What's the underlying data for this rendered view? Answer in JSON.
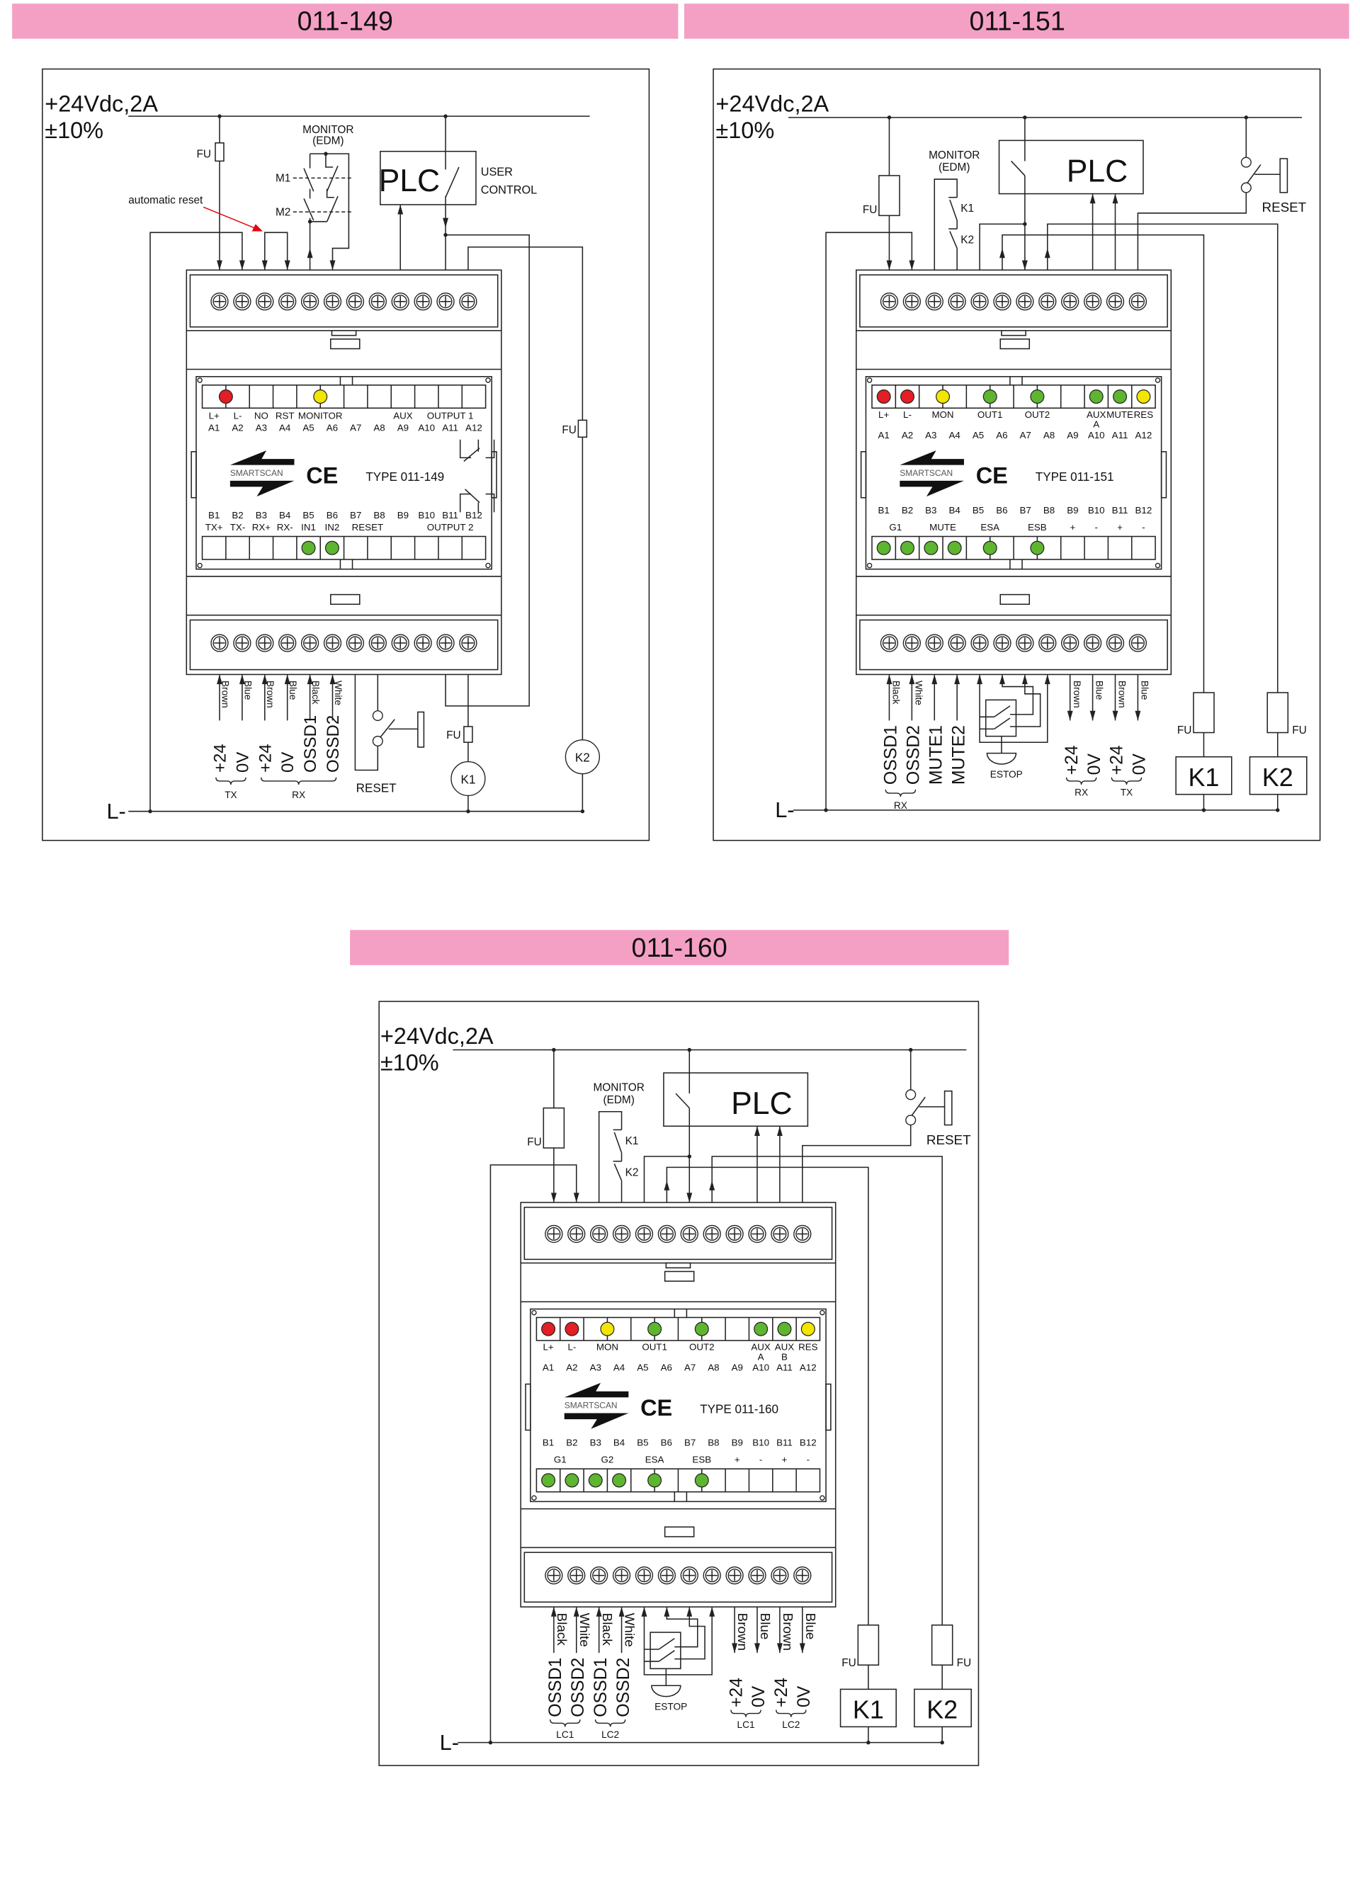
{
  "colors": {
    "header_bg": "#f4a0c5",
    "led_red": "#e31e24",
    "led_yellow": "#f2e500",
    "led_green": "#5db530",
    "annotation_red": "#e30613",
    "line": "#222222"
  },
  "panels": [
    {
      "title": "011-149",
      "supply": "+24Vdc,2A",
      "tolerance": "±10%",
      "fu": "FU",
      "monitor": "MONITOR",
      "edm": "(EDM)",
      "m1": "M1",
      "m2": "M2",
      "auto_reset": "automatic reset",
      "plc": "PLC",
      "user": "USER",
      "control": "CONTROL",
      "reset": "RESET",
      "k1": "K1",
      "k2": "K2",
      "l_minus": "L-",
      "module": {
        "brand": "SMARTSCAN",
        "ce": "CE",
        "type": "TYPE 011-149",
        "top_labels": [
          {
            "text": "L+"
          },
          {
            "text": "L-"
          },
          {
            "text": "NO"
          },
          {
            "text": "RST"
          },
          {
            "text": "MONITOR"
          },
          {
            "text": "AUX"
          },
          {
            "text": "OUTPUT 1"
          }
        ],
        "a_row": [
          "A1",
          "A2",
          "A3",
          "A4",
          "A5",
          "A6",
          "A7",
          "A8",
          "A9",
          "A10",
          "A11",
          "A12"
        ],
        "b_row": [
          "B1",
          "B2",
          "B3",
          "B4",
          "B5",
          "B6",
          "B7",
          "B8",
          "B9",
          "B10",
          "B11",
          "B12"
        ],
        "bottom_labels": [
          "TX+",
          "TX-",
          "RX+",
          "RX-",
          "IN1",
          "IN2",
          "RESET",
          "OUTPUT 2"
        ],
        "leds_top": [
          "red",
          "yellow"
        ],
        "leds_bottom": [
          "green",
          "green"
        ]
      },
      "wire_colors": [
        "Brown",
        "Blue",
        "Brown",
        "Blue",
        "Black",
        "White"
      ],
      "signals": [
        "+24",
        "0V",
        "+24",
        "0V",
        "OSSD1",
        "OSSD2"
      ],
      "groups": [
        "TX",
        "RX"
      ]
    },
    {
      "title": "011-151",
      "supply": "+24Vdc,2A",
      "tolerance": "±10%",
      "fu": "FU",
      "monitor": "MONITOR",
      "edm": "(EDM)",
      "plc": "PLC",
      "reset": "RESET",
      "k1": "K1",
      "k2": "K2",
      "l_minus": "L-",
      "estop": "ESTOP",
      "module": {
        "brand": "SMARTSCAN",
        "ce": "CE",
        "type": "TYPE 011-151",
        "top_labels": [
          {
            "text": "L+"
          },
          {
            "text": "L-"
          },
          {
            "text": "MON"
          },
          {
            "text": "OUT1"
          },
          {
            "text": "OUT2"
          },
          {
            "text": "AUX",
            "sub": "A"
          },
          {
            "text": "MUTE"
          },
          {
            "text": "RES"
          }
        ],
        "a_row": [
          "A1",
          "A2",
          "A3",
          "A4",
          "A5",
          "A6",
          "A7",
          "A8",
          "A9",
          "A10",
          "A11",
          "A12"
        ],
        "b_row": [
          "B1",
          "B2",
          "B3",
          "B4",
          "B5",
          "B6",
          "B7",
          "B8",
          "B9",
          "B10",
          "B11",
          "B12"
        ],
        "bottom_labels": [
          "G1",
          "MUTE",
          "ESA",
          "ESB",
          "+",
          "-",
          "+",
          "-"
        ],
        "leds_top": [
          "red",
          "red",
          "yellow",
          "green",
          "green",
          "green",
          "green",
          "yellow"
        ],
        "leds_bottom": [
          "green",
          "green",
          "green",
          "green",
          "green",
          "green"
        ]
      },
      "wire_colors_out": [
        "Black",
        "White"
      ],
      "signals_out": [
        "OSSD1",
        "OSSD2",
        "MUTE1",
        "MUTE2"
      ],
      "groups_out": [
        "RX"
      ],
      "wire_colors_in": [
        "Brown",
        "Blue",
        "Brown",
        "Blue"
      ],
      "signals_in": [
        "+24",
        "0V",
        "+24",
        "0V"
      ],
      "groups_in": [
        "RX",
        "TX"
      ]
    },
    {
      "title": "011-160",
      "supply": "+24Vdc,2A",
      "tolerance": "±10%",
      "fu": "FU",
      "monitor": "MONITOR",
      "edm": "(EDM)",
      "plc": "PLC",
      "reset": "RESET",
      "k1": "K1",
      "k2": "K2",
      "l_minus": "L-",
      "estop": "ESTOP",
      "module": {
        "brand": "SMARTSCAN",
        "ce": "CE",
        "type": "TYPE 011-160",
        "top_labels": [
          {
            "text": "L+"
          },
          {
            "text": "L-"
          },
          {
            "text": "MON"
          },
          {
            "text": "OUT1"
          },
          {
            "text": "OUT2"
          },
          {
            "text": "AUX",
            "sub": "A"
          },
          {
            "text": "AUX",
            "sub": "B"
          },
          {
            "text": "RES"
          }
        ],
        "a_row": [
          "A1",
          "A2",
          "A3",
          "A4",
          "A5",
          "A6",
          "A7",
          "A8",
          "A9",
          "A10",
          "A11",
          "A12"
        ],
        "b_row": [
          "B1",
          "B2",
          "B3",
          "B4",
          "B5",
          "B6",
          "B7",
          "B8",
          "B9",
          "B10",
          "B11",
          "B12"
        ],
        "bottom_labels": [
          "G1",
          "G2",
          "ESA",
          "ESB",
          "+",
          "-",
          "+",
          "-"
        ],
        "leds_top": [
          "red",
          "red",
          "yellow",
          "green",
          "green",
          "green",
          "green",
          "yellow"
        ],
        "leds_bottom": [
          "green",
          "green",
          "green",
          "green",
          "green",
          "green"
        ]
      },
      "wire_colors_out": [
        "Black",
        "White",
        "Black",
        "White"
      ],
      "signals_out": [
        "OSSD1",
        "OSSD2",
        "OSSD1",
        "OSSD2"
      ],
      "groups_out": [
        "LC1",
        "LC2"
      ],
      "wire_colors_in": [
        "Brown",
        "Blue",
        "Brown",
        "Blue"
      ],
      "signals_in": [
        "+24",
        "0V",
        "+24",
        "0V"
      ],
      "groups_in": [
        "LC1",
        "LC2"
      ]
    }
  ]
}
